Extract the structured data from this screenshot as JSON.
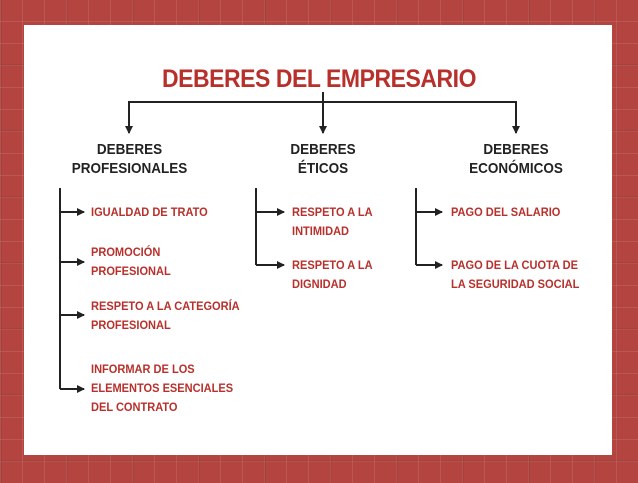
{
  "title": "DEBERES DEL EMPRESARIO",
  "categories": [
    {
      "line1": "DEBERES",
      "line2": "PROFESIONALES",
      "items": [
        [
          "IGUALDAD DE TRATO"
        ],
        [
          "PROMOCIÓN",
          "PROFESIONAL"
        ],
        [
          "RESPETO A LA CATEGORÍA",
          "PROFESIONAL"
        ],
        [
          "INFORMAR DE LOS",
          "ELEMENTOS ESENCIALES",
          "DEL CONTRATO"
        ]
      ]
    },
    {
      "line1": "DEBERES",
      "line2": "ÉTICOS",
      "items": [
        [
          "RESPETO A LA",
          "INTIMIDAD"
        ],
        [
          "RESPETO A LA",
          "DIGNIDAD"
        ]
      ]
    },
    {
      "line1": "DEBERES",
      "line2": "ECONÓMICOS",
      "items": [
        [
          "PAGO DEL SALARIO"
        ],
        [
          "PAGO DE LA CUOTA DE",
          "LA SEGURIDAD SOCIAL"
        ]
      ]
    }
  ],
  "colors": {
    "background": "#b3443f",
    "accent": "#b8302b",
    "text": "#222222"
  }
}
